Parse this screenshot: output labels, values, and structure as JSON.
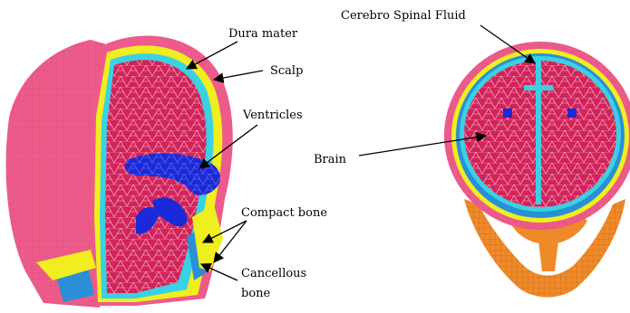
{
  "colors": {
    "brain": "#d2235a",
    "scalp": "#ec5b8a",
    "csf": "#3ad1e4",
    "compact_bone": "#f0ee1f",
    "cancellous_bone": "#2a8fd6",
    "ventricles": "#1b2ad8",
    "face_bone": "#ef8a2a"
  },
  "labels": {
    "dura_mater": "Dura mater",
    "scalp": "Scalp",
    "ventricles": "Ventricles",
    "compact_bone": "Compact bone",
    "cancellous_line1": "Cancellous",
    "cancellous_line2": "bone",
    "csf": "Cerebro Spinal Fluid",
    "brain": "Brain"
  }
}
